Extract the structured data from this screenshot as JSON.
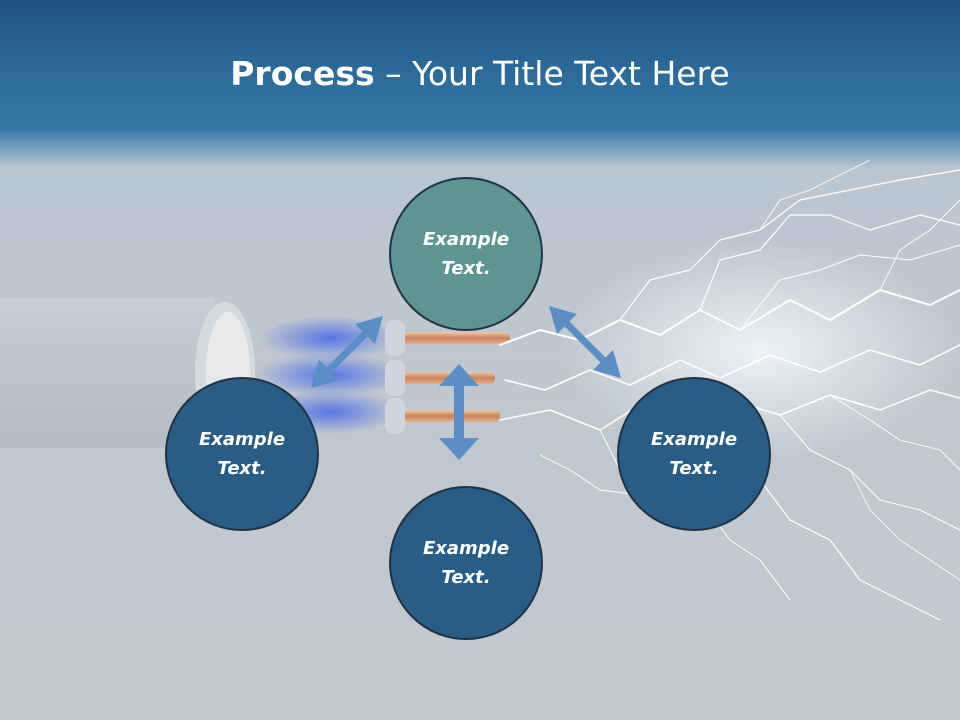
{
  "slide": {
    "title_bold": "Process",
    "title_rest": " – Your Title Text Here"
  },
  "circles": {
    "top": "Example Text.",
    "left": "Example Text.",
    "right": "Example Text.",
    "bottom": "Example Text."
  },
  "colors": {
    "header_blue": "#2c6a99",
    "circle_blue": "#2a5d85",
    "circle_teal": "#5e9594",
    "arrow_blue": "#5b8ec4"
  },
  "icons": [
    "double-arrow-icon",
    "cable-image",
    "lightning-image"
  ]
}
